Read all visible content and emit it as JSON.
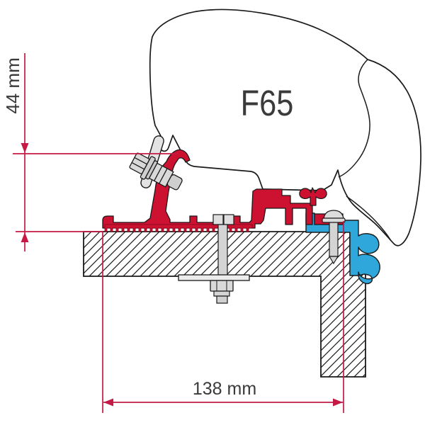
{
  "diagram": {
    "model_label": "F65",
    "dim_vertical": "44 mm",
    "dim_horizontal": "138 mm",
    "colors": {
      "bracket_red": "#CC1230",
      "adapter_blue": "#2FA7DB",
      "dimension_red": "#C51A45",
      "outline_dark": "#1A1A1A",
      "metal_gray": "#D9D9D9",
      "label_text": "#3A3A3A"
    }
  }
}
